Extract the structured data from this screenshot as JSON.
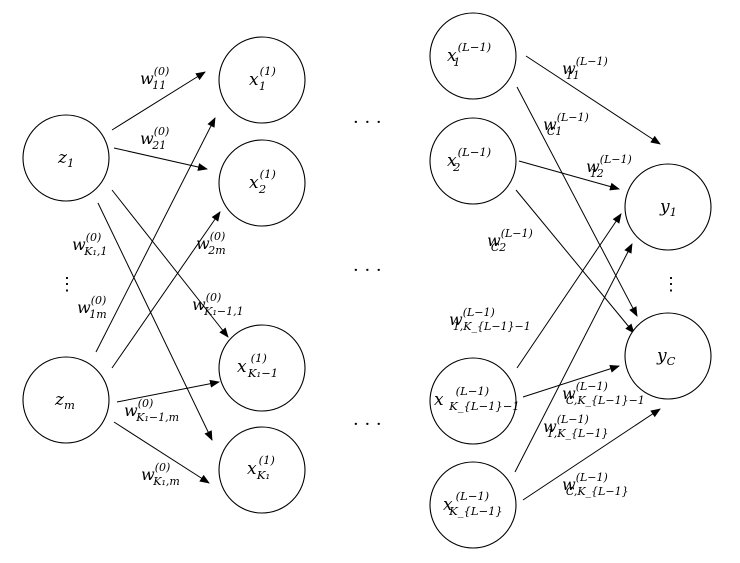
{
  "nodes": {
    "z1": {
      "base": "z",
      "sub": "1",
      "sup": ""
    },
    "zm": {
      "base": "z",
      "sub": "m",
      "sup": ""
    },
    "x1": {
      "base": "x",
      "sub": "1",
      "sup": "(1)"
    },
    "x2": {
      "base": "x",
      "sub": "2",
      "sup": "(1)"
    },
    "xK1m1": {
      "base": "x",
      "sub": "K₁−1",
      "sup": "(1)"
    },
    "xK1": {
      "base": "x",
      "sub": "K₁",
      "sup": "(1)"
    },
    "xL1": {
      "base": "x",
      "sub": "1",
      "sup": "(L−1)"
    },
    "xL2": {
      "base": "x",
      "sub": "2",
      "sup": "(L−1)"
    },
    "xLKm1": {
      "base": "x",
      "sub": "K_{L−1}−1",
      "sup": "(L−1)"
    },
    "xLK": {
      "base": "x",
      "sub": "K_{L−1}",
      "sup": "(L−1)"
    },
    "y1": {
      "base": "y",
      "sub": "1",
      "sup": ""
    },
    "yC": {
      "base": "y",
      "sub": "C",
      "sup": ""
    }
  },
  "weights": {
    "w11": {
      "base": "w",
      "sub": "11",
      "sup": "(0)"
    },
    "w21": {
      "base": "w",
      "sub": "21",
      "sup": "(0)"
    },
    "wK11": {
      "base": "w",
      "sub": "K₁,1",
      "sup": "(0)"
    },
    "w2m": {
      "base": "w",
      "sub": "2m",
      "sup": "(0)"
    },
    "w1m": {
      "base": "w",
      "sub": "1m",
      "sup": "(0)"
    },
    "wK1m11": {
      "base": "w",
      "sub": "K₁−1,1",
      "sup": "(0)"
    },
    "wK1m1m": {
      "base": "w",
      "sub": "K₁−1,m",
      "sup": "(0)"
    },
    "wK1m": {
      "base": "w",
      "sub": "K₁,m",
      "sup": "(0)"
    },
    "wL11": {
      "base": "w",
      "sub": "11",
      "sup": "(L−1)"
    },
    "wLC1": {
      "base": "w",
      "sub": "C1",
      "sup": "(L−1)"
    },
    "wL12": {
      "base": "w",
      "sub": "12",
      "sup": "(L−1)"
    },
    "wLC2": {
      "base": "w",
      "sub": "C2",
      "sup": "(L−1)"
    },
    "wL1Km1": {
      "base": "w",
      "sub": "1,K_{L−1}−1",
      "sup": "(L−1)"
    },
    "wLCKm1": {
      "base": "w",
      "sub": "C,K_{L−1}−1",
      "sup": "(L−1)"
    },
    "wL1K": {
      "base": "w",
      "sub": "1,K_{L−1}",
      "sup": "(L−1)"
    },
    "wLCK": {
      "base": "w",
      "sub": "C,K_{L−1}",
      "sup": "(L−1)"
    }
  },
  "ellipsis": {
    "h": "· · ·",
    "v": "⋮"
  }
}
